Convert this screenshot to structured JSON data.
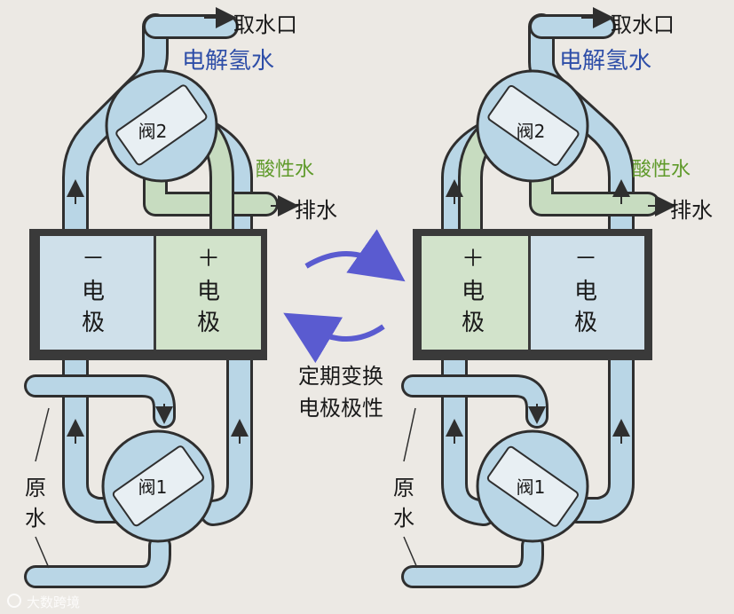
{
  "left_unit": {
    "outlet": "取水口",
    "hydrogen_water": "电解氢水",
    "acid_water": "酸性水",
    "drain": "排水",
    "valve_top": "阀2",
    "valve_bottom": "阀1",
    "electrode_left_sign": "－",
    "electrode_left_text": "电极",
    "electrode_right_sign": "＋",
    "electrode_right_text": "电极",
    "raw_water": "原水"
  },
  "right_unit": {
    "outlet": "取水口",
    "hydrogen_water": "电解氢水",
    "acid_water": "酸性水",
    "drain": "排水",
    "valve_top": "阀2",
    "valve_bottom": "阀1",
    "electrode_left_sign": "＋",
    "electrode_left_text": "电极",
    "electrode_right_sign": "－",
    "electrode_right_text": "电极",
    "raw_water": "原水"
  },
  "center_caption_line1": "定期变换",
  "center_caption_line2": "电极极性",
  "watermark": "大数跨境",
  "colors": {
    "background": "#ece9e4",
    "pipe_blue": "#b9d6e6",
    "pipe_green": "#c7dcc0",
    "outline": "#2f2f2f",
    "housing": "#3a3a3a",
    "cathode_fill": "#cfe0ea",
    "anode_fill": "#d2e3cb",
    "hydrogen_label": "#2e4ea8",
    "acid_label": "#5f9a2a",
    "arrow_purple": "#5a5bd0"
  }
}
